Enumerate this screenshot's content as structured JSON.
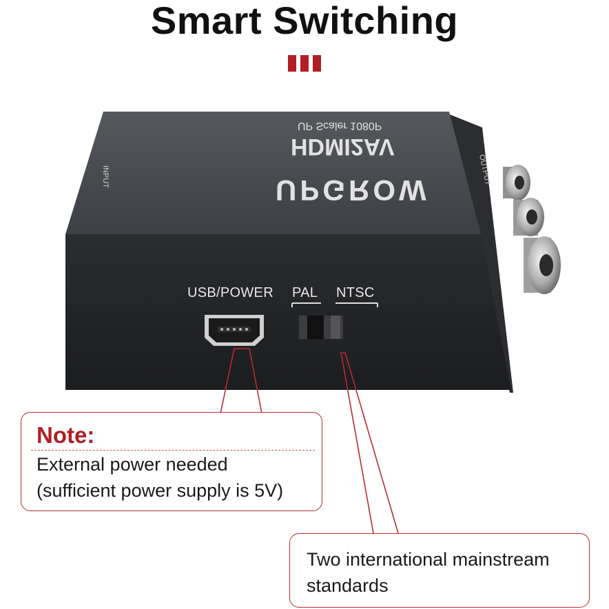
{
  "header": {
    "title": "Smart Switching",
    "accent_color": "#b11e24"
  },
  "device": {
    "brand": "UPGROW",
    "model": "HDMI2AV",
    "subtitle": "UP Scaler 1080P",
    "input_label": "INPUT",
    "output_label": "OUTPUT",
    "port_label": "USB/POWER",
    "switch_left_label": "PAL",
    "switch_right_label": "NTSC"
  },
  "callouts": {
    "note_title": "Note:",
    "note_line1": "External power needed",
    "note_line2": "(sufficient power supply is 5V)",
    "standards_line1": "Two international mainstream",
    "standards_line2": "standards"
  }
}
